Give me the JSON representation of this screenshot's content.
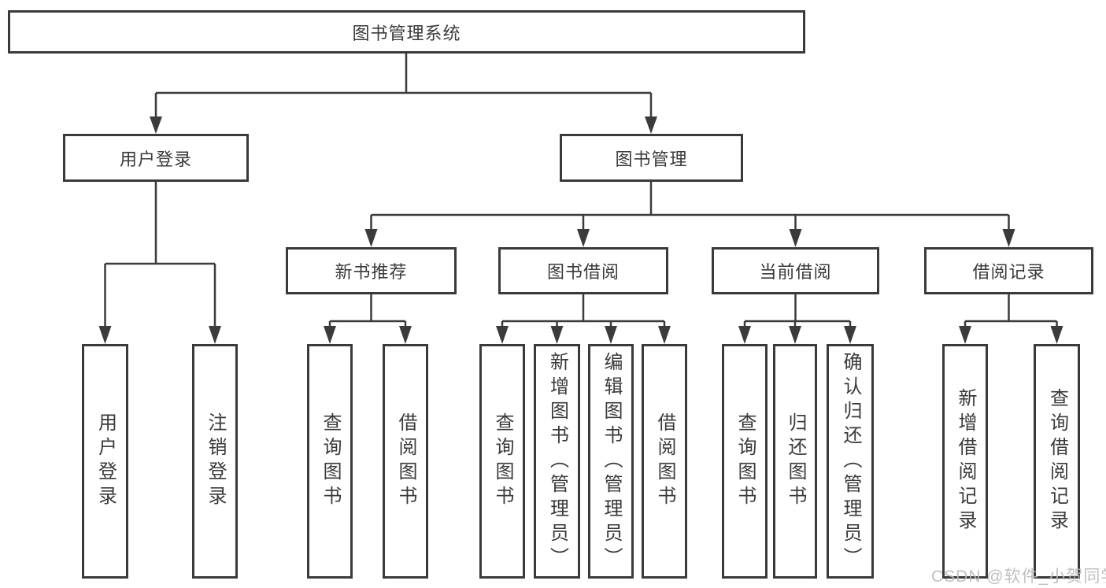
{
  "tree": {
    "root": {
      "label": "图书管理系统"
    },
    "children": [
      {
        "label": "用户登录",
        "children": [
          {
            "label": "用户登录"
          },
          {
            "label": "注销登录"
          }
        ]
      },
      {
        "label": "图书管理",
        "children": [
          {
            "label": "新书推荐",
            "children": [
              {
                "label": "查询图书"
              },
              {
                "label": "借阅图书"
              }
            ]
          },
          {
            "label": "图书借阅",
            "children": [
              {
                "label": "查询图书"
              },
              {
                "label": "新增图书（管理员）"
              },
              {
                "label": "编辑图书（管理员）"
              },
              {
                "label": "借阅图书"
              }
            ]
          },
          {
            "label": "当前借阅",
            "children": [
              {
                "label": "查询图书"
              },
              {
                "label": "归还图书"
              },
              {
                "label": "确认归还（管理员）"
              }
            ]
          },
          {
            "label": "借阅记录",
            "children": [
              {
                "label": "新增借阅记录"
              },
              {
                "label": "查询借阅记录"
              }
            ]
          }
        ]
      }
    ]
  },
  "watermark": {
    "text": "CSDN @软件_小贺同学"
  },
  "colors": {
    "line": "#3b3b3b",
    "border": "#3a3a3a",
    "text": "#3a3a3a",
    "watermark": "#bbbbbb",
    "background": "#ffffff"
  }
}
